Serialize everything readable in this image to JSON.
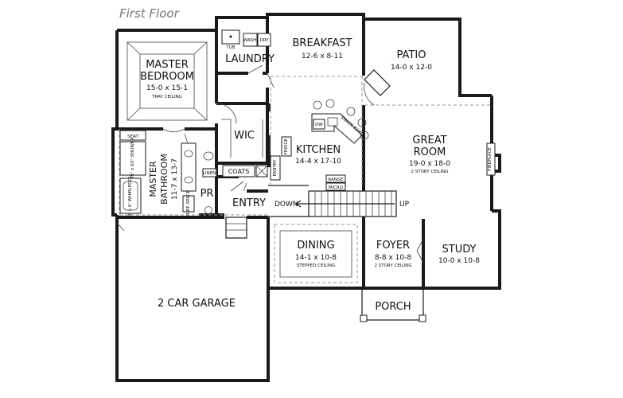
{
  "title": "First Floor",
  "rooms": {
    "master_bedroom": {
      "name_1": "MASTER",
      "name_2": "BEDROOM",
      "dims": "15-0 x 15-1",
      "note": "TRAY CEILING"
    },
    "laundry": {
      "name": "LAUNDRY"
    },
    "breakfast": {
      "name": "BREAKFAST",
      "dims": "12-6 x 8-11"
    },
    "patio": {
      "name": "PATIO",
      "dims": "14-0 x 12-0"
    },
    "wic": {
      "name": "WIC"
    },
    "kitchen": {
      "name": "KITCHEN",
      "dims": "14-4 x 17-10"
    },
    "great_room": {
      "name_1": "GREAT",
      "name_2": "ROOM",
      "dims": "19-0 x 18-0",
      "note": "2 STORY CEILING"
    },
    "master_bathroom": {
      "name_1": "MASTER",
      "name_2": "BATHROOM",
      "dims": "11-7 x 13-7"
    },
    "pr": {
      "name": "PR"
    },
    "entry": {
      "name": "ENTRY"
    },
    "dining": {
      "name": "DINING",
      "dims": "14-1 x 10-8",
      "note": "STEPPED CEILING"
    },
    "foyer": {
      "name": "FOYER",
      "dims": "8-8 x 10-8",
      "note": "2 STORY CEILING"
    },
    "study": {
      "name": "STUDY",
      "dims": "10-0 x 10-8"
    },
    "garage": {
      "name": "2 CAR GARAGE"
    },
    "porch": {
      "name": "PORCH"
    }
  },
  "labels": {
    "tub": "TUB",
    "wash": "WASH",
    "dry": "DRY",
    "seat": "SEAT",
    "shower": "45\" x 60\" SHOWER",
    "whirlpool": "3' x 6' WHIRLPOOL",
    "linen": "LINEN",
    "coats": "COATS",
    "pantry": "PANTRY",
    "fridge": "FRIDGE",
    "dw": "DW",
    "snack_bar": "SNACK BAR",
    "range": "RANGE",
    "micro": "MICRO",
    "down": "DOWN",
    "up": "UP",
    "fireplace": "FIREPLACE",
    "knee_space": "KNEE SPACE"
  }
}
